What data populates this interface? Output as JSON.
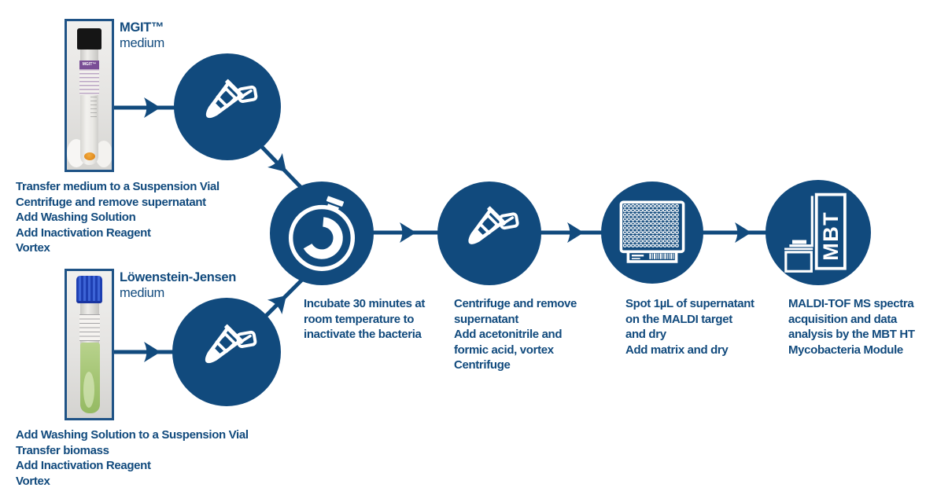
{
  "palette": {
    "brand_blue": "#114A7D",
    "text_blue": "#114A7D",
    "photo_border_blue": "#1F5386"
  },
  "mgit_branch": {
    "title": "MGIT™",
    "subtitle": "medium",
    "tube_band_text": "MGIT™",
    "steps": [
      "Transfer medium to a Suspension Vial",
      "Centrifuge and remove supernatant",
      "Add Washing Solution",
      "Add Inactivation Reagent",
      "Vortex"
    ]
  },
  "lj_branch": {
    "title": "Löwenstein-Jensen",
    "subtitle": "medium",
    "steps": [
      "Add Washing Solution to a Suspension Vial",
      "Transfer biomass",
      "Add Inactivation Reagent",
      "Vortex"
    ]
  },
  "stages": {
    "prep_mgit": {
      "icon": "microcentrifuge-tube-icon"
    },
    "prep_lj": {
      "icon": "microcentrifuge-tube-icon"
    },
    "incubate": {
      "icon": "stopwatch-icon",
      "caption": [
        "Incubate 30 minutes at",
        "room temperature to",
        "inactivate the bacteria"
      ]
    },
    "extract": {
      "icon": "microcentrifuge-tube-icon",
      "caption": [
        "Centrifuge and remove",
        "supernatant",
        "Add acetonitrile and",
        "formic acid, vortex",
        "Centrifuge"
      ]
    },
    "spot": {
      "icon": "maldi-target-plate-icon",
      "caption": [
        "Spot 1µL of supernatant",
        "on the MALDI target",
        "and dry",
        "Add matrix and dry"
      ]
    },
    "analyze": {
      "icon": "mbt-instrument-icon",
      "icon_label": "MBT",
      "caption": [
        "MALDI-TOF MS spectra",
        "acquisition and data",
        "analysis by the MBT HT",
        "Mycobacteria Module"
      ]
    }
  }
}
